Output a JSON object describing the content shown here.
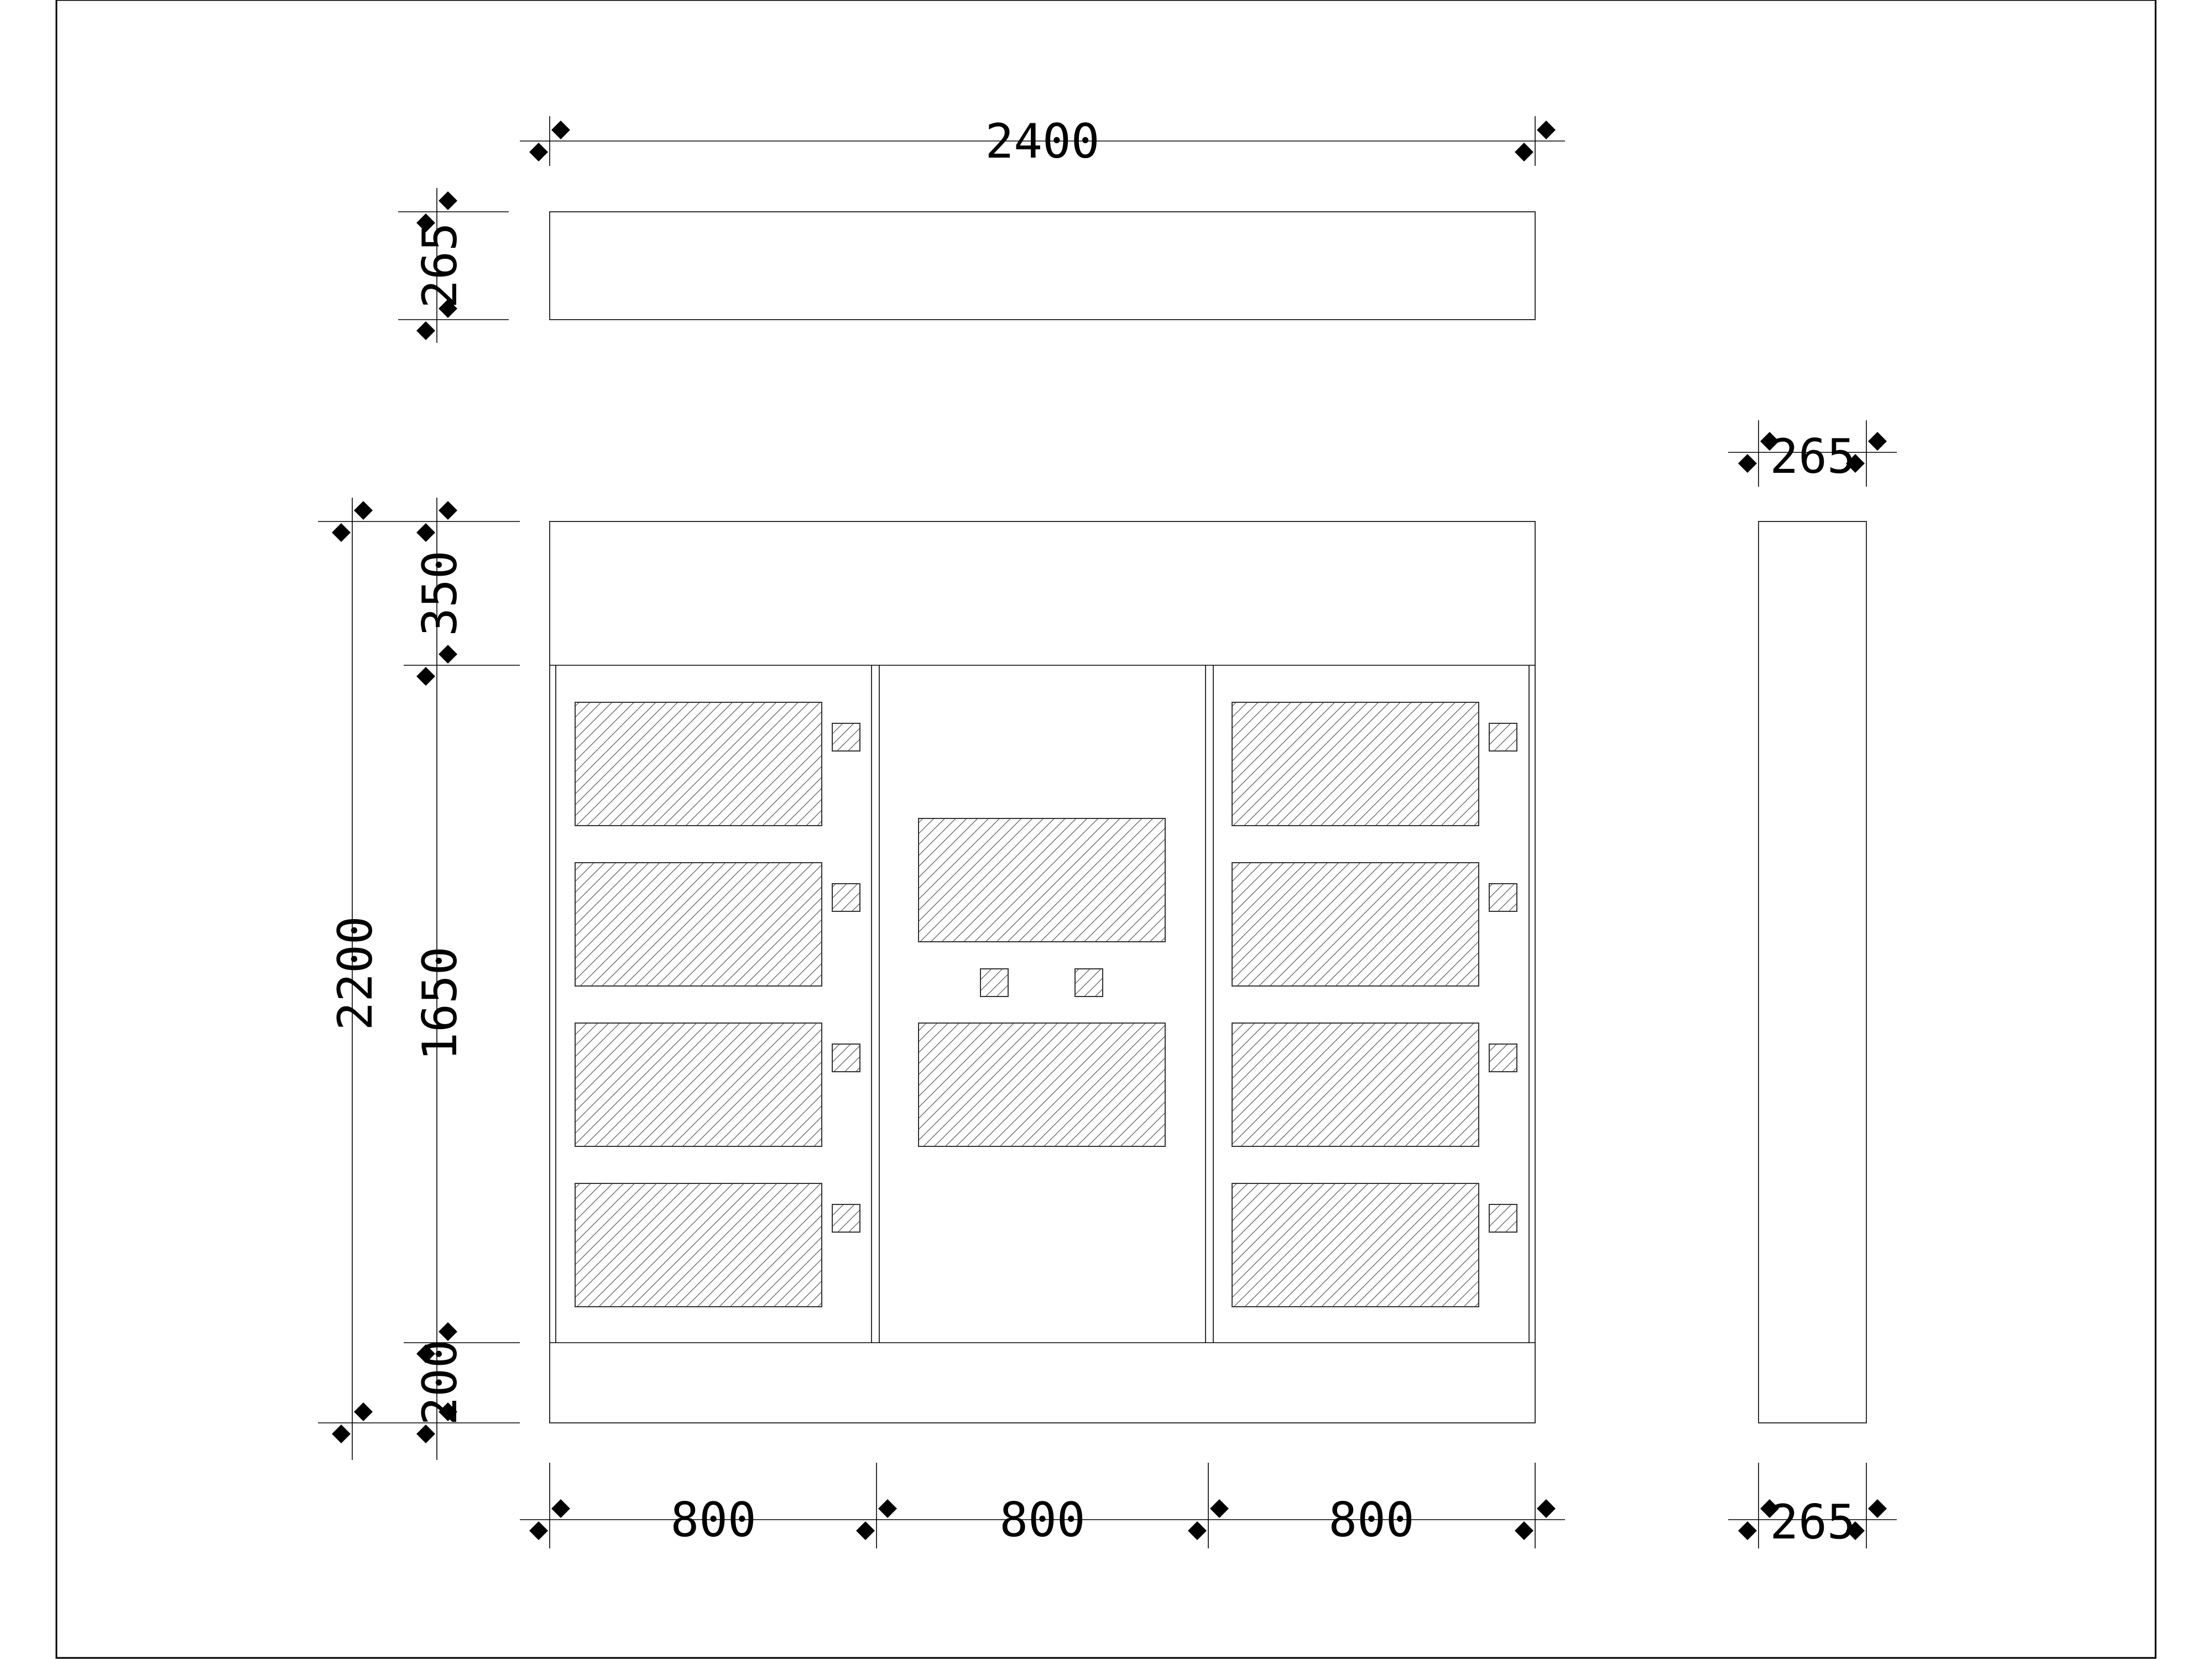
{
  "drawing": {
    "background": "#ffffff",
    "line_color": "#000000",
    "hatch_color": "#555555"
  },
  "dimensions": {
    "top_width": "2400",
    "top_depth": "265",
    "side_top_width": "265",
    "side_bottom_width": "265",
    "total_height": "2200",
    "top_section_height": "350",
    "middle_section_height": "1650",
    "base_height": "200",
    "bay_left_width": "800",
    "bay_center_width": "800",
    "bay_right_width": "800"
  },
  "cabinet": {
    "bays": [
      {
        "name": "left",
        "hatched_panels": 4,
        "handles": 4
      },
      {
        "name": "center",
        "hatched_panels": 2,
        "handles": 2
      },
      {
        "name": "right",
        "hatched_panels": 4,
        "handles": 4
      }
    ]
  }
}
